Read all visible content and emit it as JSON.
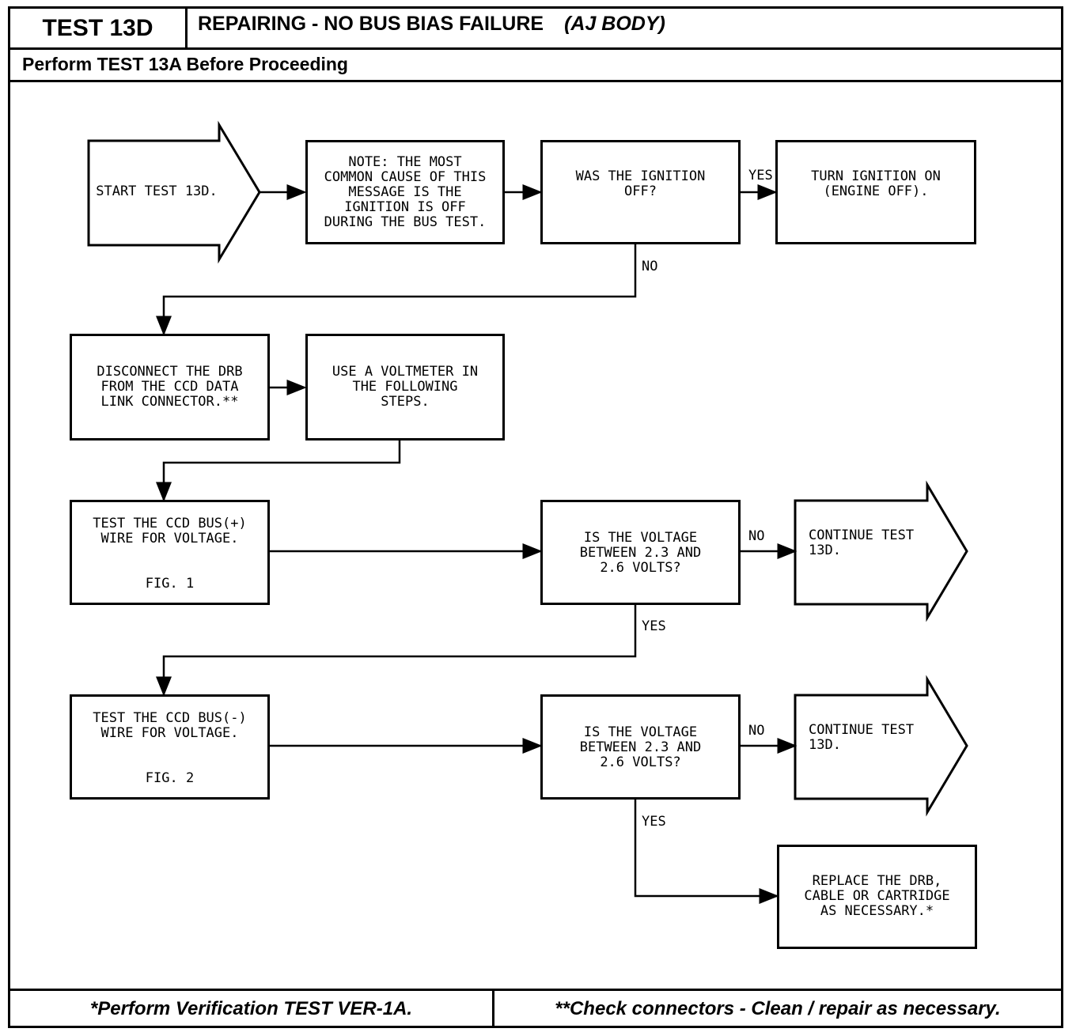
{
  "header": {
    "test_id": "TEST 13D",
    "title": "REPAIRING - NO BUS BIAS FAILURE",
    "title_sub": "(AJ BODY)",
    "prerequisite": "Perform TEST 13A Before Proceeding"
  },
  "nodes": {
    "start": "START TEST 13D.",
    "note": "NOTE: THE MOST\nCOMMON CAUSE OF THIS\nMESSAGE IS THE\nIGNITION IS OFF\nDURING THE BUS TEST.",
    "q_ignition": "WAS THE IGNITION\nOFF?",
    "turn_on": "TURN IGNITION ON\n(ENGINE OFF).",
    "disconnect": "DISCONNECT THE DRB\nFROM THE CCD DATA\nLINK CONNECTOR.**",
    "voltmeter": "USE A VOLTMETER IN\nTHE FOLLOWING\nSTEPS.",
    "test_plus": "TEST THE CCD BUS(+)\nWIRE FOR VOLTAGE.",
    "fig1": "FIG. 1",
    "q_volt1": "IS THE VOLTAGE\nBETWEEN 2.3 AND\n2.6 VOLTS?",
    "continue1": "CONTINUE TEST\n13D.",
    "test_minus": "TEST THE CCD BUS(-)\nWIRE FOR VOLTAGE.",
    "fig2": "FIG. 2",
    "q_volt2": "IS THE VOLTAGE\nBETWEEN 2.3 AND\n2.6 VOLTS?",
    "continue2": "CONTINUE TEST\n13D.",
    "replace": "REPLACE THE DRB,\nCABLE OR CARTRIDGE\nAS NECESSARY.*"
  },
  "labels": {
    "yes1": "YES",
    "no1": "NO",
    "no2": "NO",
    "yes2": "YES",
    "no3": "NO",
    "yes3": "YES"
  },
  "footer": {
    "left": "*Perform Verification TEST VER-1A.",
    "right": "**Check connectors - Clean / repair as necessary."
  }
}
